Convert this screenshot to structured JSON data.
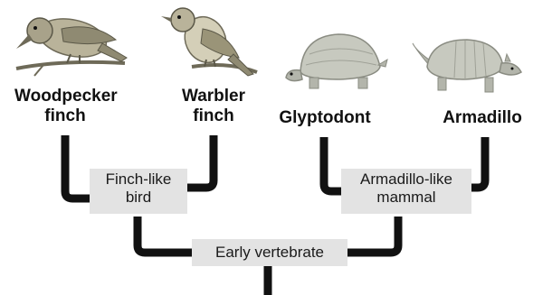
{
  "taxa": [
    {
      "id": "woodpecker-finch",
      "label": "Woodpecker\nfinch",
      "illustration": "woodpecker-finch-icon"
    },
    {
      "id": "warbler-finch",
      "label": "Warbler\nfinch",
      "illustration": "warbler-finch-icon"
    },
    {
      "id": "glyptodont",
      "label": "Glyptodont",
      "illustration": "glyptodont-icon"
    },
    {
      "id": "armadillo",
      "label": "Armadillo",
      "illustration": "armadillo-icon"
    }
  ],
  "ancestors": [
    {
      "id": "finch-like-bird",
      "label": "Finch-like\nbird",
      "children": [
        "woodpecker-finch",
        "warbler-finch"
      ]
    },
    {
      "id": "armadillo-like-mammal",
      "label": "Armadillo-like\nmammal",
      "children": [
        "glyptodont",
        "armadillo"
      ]
    },
    {
      "id": "early-vertebrate",
      "label": "Early vertebrate",
      "children": [
        "finch-like-bird",
        "armadillo-like-mammal"
      ]
    }
  ],
  "colors": {
    "branch": "#111111",
    "node_fill": "#e3e3e3",
    "bird_body": "#b9b39a",
    "bird_dark": "#6e6a58",
    "shell": "#c7c9bf",
    "shell_dark": "#8a8c82"
  }
}
